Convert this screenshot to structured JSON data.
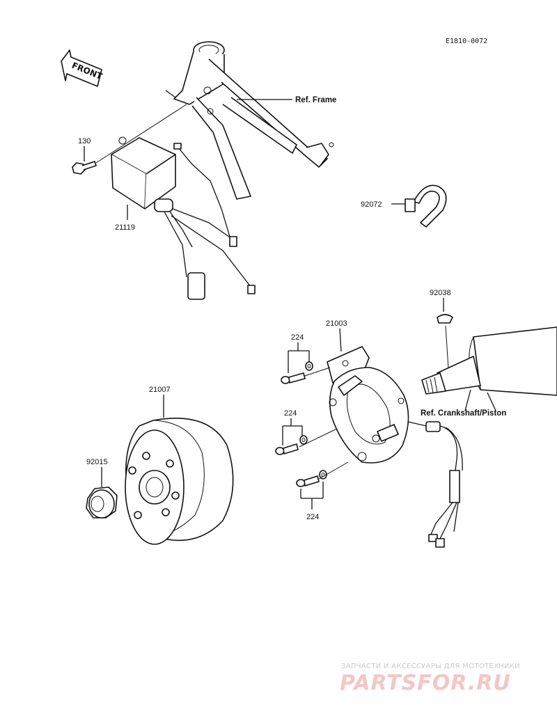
{
  "diagram_code": "E1810-0072",
  "front_label": "FRONT",
  "references": {
    "frame": "Ref. Frame",
    "crankshaft": "Ref. Crankshaft/Piston"
  },
  "parts": {
    "bolt_130": "130",
    "cdi_unit": "21119",
    "band": "92072",
    "key": "92038",
    "stator": "21003",
    "screw_top": "224",
    "screw_mid": "224",
    "screw_bottom": "224",
    "rotor": "21007",
    "nut": "92015"
  },
  "watermark": {
    "tagline": "ЗАПЧАСТИ И АКСЕССУАРЫ ДЛЯ МОТОТЕХНИКИ",
    "brand": "PARTSFOR.RU",
    "brand_color": "#e8a0a0"
  }
}
